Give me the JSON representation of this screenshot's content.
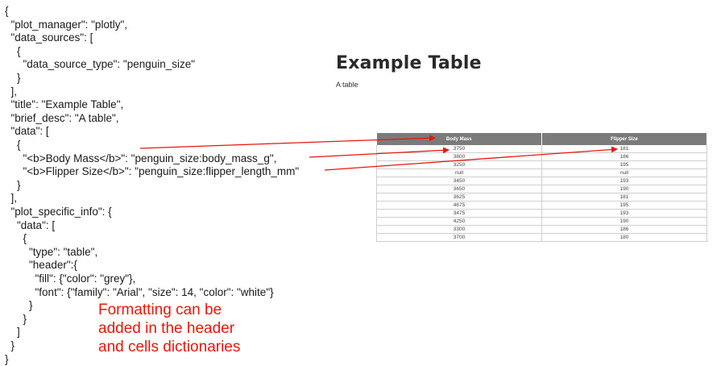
{
  "code_lines": [
    "{",
    "  \"plot_manager\": \"plotly\",",
    "  \"data_sources\": [",
    "    {",
    "      \"data_source_type\": \"penguin_size\"",
    "    }",
    "  ],",
    "  \"title\": \"Example Table\",",
    "  \"brief_desc\": \"A table\",",
    "  \"data\": [",
    "    {",
    "      \"<b>Body Mass</b>\": \"penguin_size:body_mass_g\",",
    "      \"<b>Flipper Size</b>\": \"penguin_size:flipper_length_mm\"",
    "    }",
    "  ],",
    "  \"plot_specific_info\": {",
    "    \"data\": [",
    "      {",
    "        \"type\": \"table\",",
    "        \"header\":{",
    "          \"fill\": {\"color\": \"grey\"},",
    "          \"font\": {\"family\": \"Arial\", \"size\": 14, \"color\": \"white\"}",
    "        }",
    "      }",
    "    ]",
    "  }",
    "}"
  ],
  "annotation": {
    "lines": [
      "Formatting can be",
      "added in the header",
      "and cells dictionaries"
    ],
    "color": "#e6170b"
  },
  "preview": {
    "title": "Example Table",
    "description": "A table",
    "header_fill": "#7b7b7b",
    "table": {
      "headers": [
        "Body Mass",
        "Flipper Size"
      ],
      "rows": [
        [
          "3750",
          "181"
        ],
        [
          "3800",
          "186"
        ],
        [
          "3250",
          "195"
        ],
        [
          "null",
          "null"
        ],
        [
          "3450",
          "193"
        ],
        [
          "3650",
          "190"
        ],
        [
          "3625",
          "181"
        ],
        [
          "4675",
          "195"
        ],
        [
          "3475",
          "193"
        ],
        [
          "4250",
          "190"
        ],
        [
          "3300",
          "186"
        ],
        [
          "3700",
          "180"
        ]
      ]
    }
  },
  "arrow_color": "#e6170b"
}
